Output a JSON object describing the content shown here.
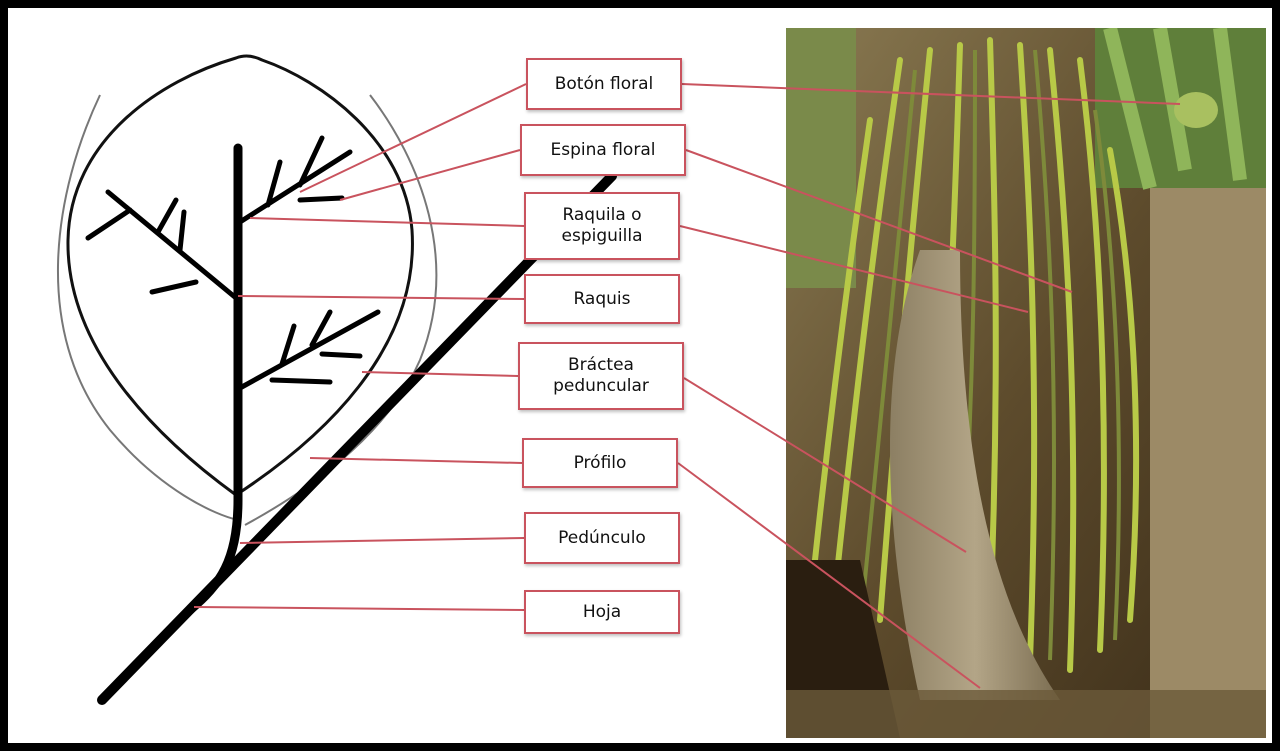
{
  "labels": {
    "boton_floral": "Botón floral",
    "espina_floral": "Espina floral",
    "raquila": "Raquila o espiguilla",
    "raquis": "Raquis",
    "bractea": "Bráctea peduncular",
    "profilo": "Prófilo",
    "pedunculo": "Pedúnculo",
    "hoja": "Hoja"
  },
  "colors": {
    "leader_line": "#c9535e",
    "label_border": "#c9535e",
    "photo_background": "#6b5a3a",
    "rachilla_green": "#b8c947"
  }
}
